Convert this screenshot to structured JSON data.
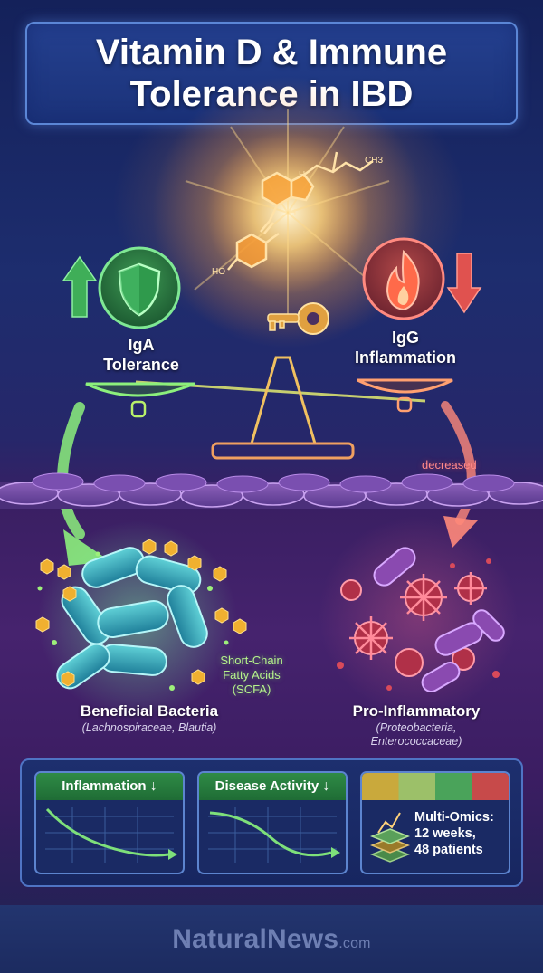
{
  "title": "Vitamin D & Immune Tolerance in IBD",
  "molecule": {
    "ch3_label": "CH3",
    "h_label_1": "H",
    "h_label_2": "H",
    "ho_label": "HO"
  },
  "balance": {
    "left": {
      "label_line1": "IgA",
      "label_line2": "Tolerance",
      "icon": "shield-icon",
      "trend": "up",
      "color": "#3fbf5a"
    },
    "right": {
      "label_line1": "IgG",
      "label_line2": "Inflammation",
      "icon": "flame-icon",
      "trend": "down",
      "color": "#e0524f"
    },
    "center_icon": "key-icon",
    "decreased_label": "decreased"
  },
  "beneficial": {
    "title": "Beneficial Bacteria",
    "subtitle": "(Lachnospiraceae, Blautia)",
    "scfa_line1": "Short-Chain",
    "scfa_line2": "Fatty Acids",
    "scfa_line3": "(SCFA)"
  },
  "pro_inflammatory": {
    "title": "Pro-Inflammatory",
    "subtitle_line1": "(Proteobacteria,",
    "subtitle_line2": "Enterococcaceae)"
  },
  "panels": [
    {
      "label": "Inflammation",
      "arrow": "↓"
    },
    {
      "label": "Disease Activity",
      "arrow": "↓"
    }
  ],
  "omics": {
    "line1": "Multi-Omics:",
    "line2": "12 weeks,",
    "line3": "48 patients",
    "bar_colors": [
      "#c9a93c",
      "#9cc069",
      "#4aa35a",
      "#c74a4a"
    ]
  },
  "footer": {
    "brand": "NaturalNews",
    "suffix": ".com"
  }
}
